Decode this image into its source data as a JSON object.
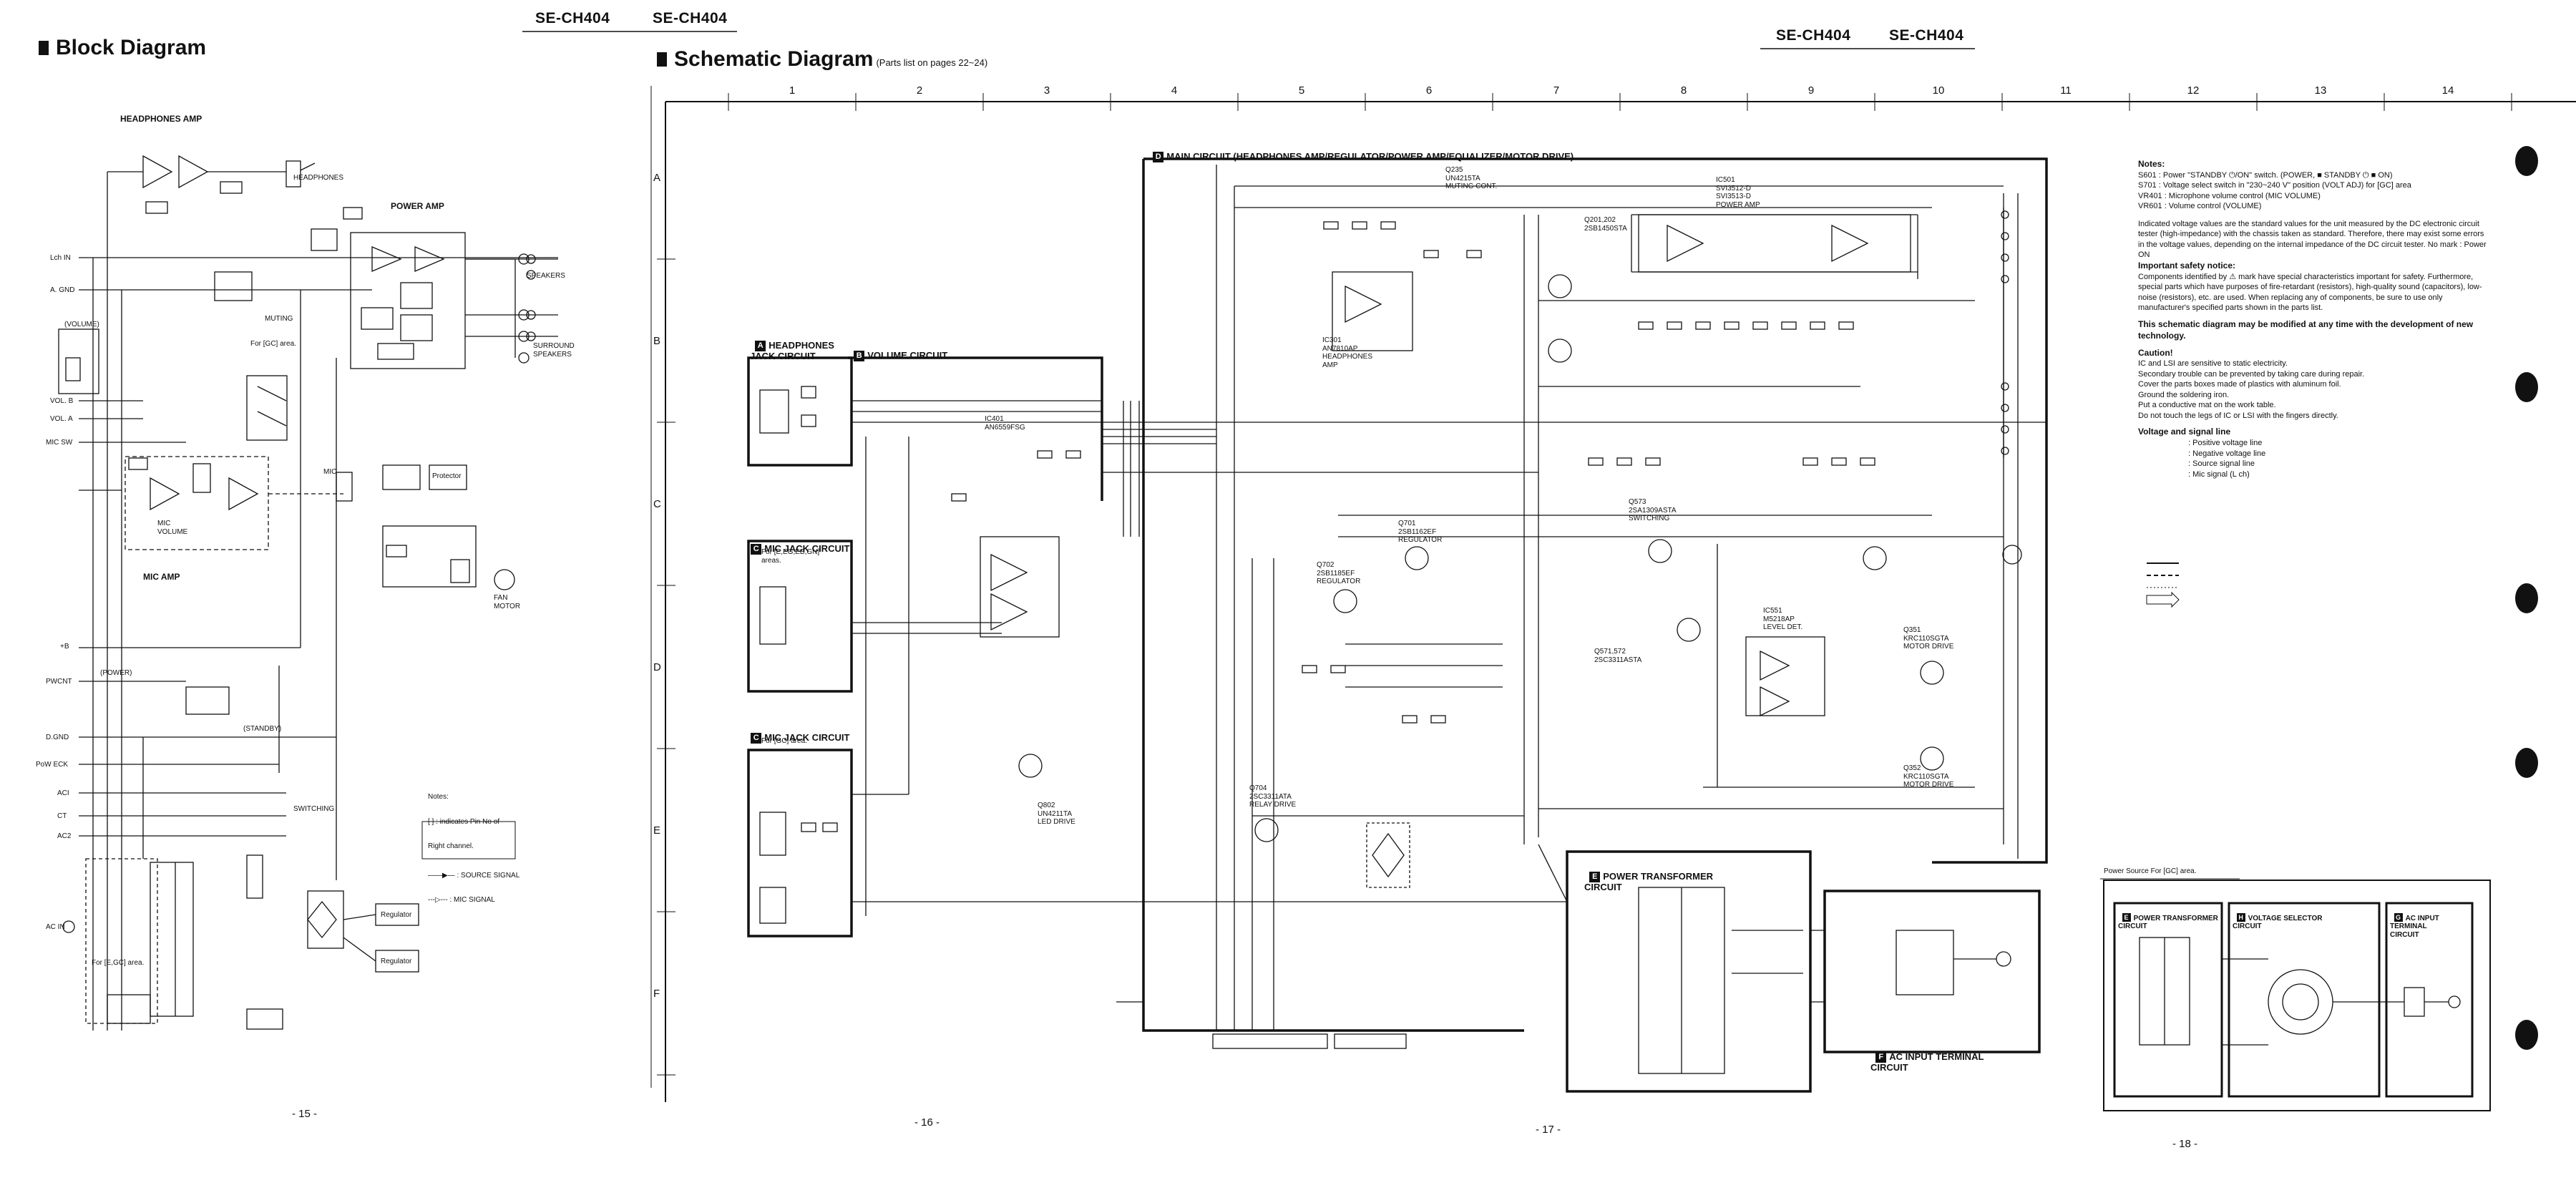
{
  "headers": {
    "model_left_a": "SE-CH404",
    "model_left_b": "SE-CH404",
    "model_right_a": "SE-CH404",
    "model_right_b": "SE-CH404"
  },
  "block_diagram": {
    "title": "Block Diagram",
    "page_number": "- 15 -",
    "labels": {
      "headphones_amp": "HEADPHONES AMP",
      "headphones": "HEADPHONES",
      "power_amp": "POWER AMP",
      "speakers": "SPEAKERS",
      "surround_speakers": "SURROUND\nSPEAKERS",
      "mic_amp": "MIC AMP",
      "mic_volume": "MIC\nVOLUME",
      "volume": "(VOLUME)",
      "muting": "MUTING",
      "protector": "Protector",
      "fan_motor": "FAN\nMOTOR",
      "power": "(POWER)",
      "standby": "(STANDBY)",
      "regulator_1": "Regulator",
      "regulator_2": "Regulator",
      "switching": "SWITCHING",
      "mic": "MIC",
      "ac_in": "AC IN",
      "for_gc": "For [GC] area.",
      "for_e_gc": "For [E,GC] area.",
      "left_labels": [
        "Lch IN",
        "A. GND",
        "VOL. B",
        "VOL. A",
        "MIC SW",
        "+B",
        "PWCNT",
        "D.GND",
        "PoW ECK",
        "ACI",
        "CT",
        "AC2"
      ]
    },
    "notes": {
      "title": "Notes:",
      "lines": [
        "[ ] : indicates Pin No of",
        "Right channel.",
        "——▶— : SOURCE SIGNAL",
        "---▷--- : MIC SIGNAL"
      ]
    }
  },
  "schematic": {
    "title": "Schematic Diagram",
    "subtitle": "(Parts list on pages 22~24)",
    "page_numbers": [
      "- 16 -",
      "- 17 -",
      "- 18 -"
    ],
    "columns": [
      "1",
      "2",
      "3",
      "4",
      "5",
      "6",
      "7",
      "8",
      "9",
      "10",
      "11",
      "12",
      "13",
      "14"
    ],
    "rows": [
      "A",
      "B",
      "C",
      "D",
      "E",
      "F"
    ],
    "circuits": {
      "main": {
        "letter": "D",
        "title": "MAIN CIRCUIT (HEADPHONES AMP/REGULATOR/POWER AMP/EQUALIZER/MOTOR DRIVE)"
      },
      "headphones_jack": {
        "letter": "A",
        "title": "HEADPHONES\nJACK CIRCUIT"
      },
      "volume": {
        "letter": "B",
        "title": "VOLUME CIRCUIT"
      },
      "mic_jack_1": {
        "letter": "C",
        "title": "MIC JACK CIRCUIT",
        "sub": "For [E,EG,EB,GN]\nareas."
      },
      "mic_jack_2": {
        "letter": "C",
        "title": "MIC JACK CIRCUIT",
        "sub": "For [GC] area."
      },
      "power_transformer": {
        "letter": "E",
        "title": "POWER TRANSFORMER\nCIRCUIT"
      },
      "ac_input": {
        "letter": "F",
        "title": "AC INPUT TERMINAL\nCIRCUIT"
      }
    },
    "components": {
      "ic301": "IC301\nAN7810AP\nHEADPHONES\nAMP",
      "ic401": "IC401\nAN6559FSG",
      "ic501": "IC501\nSVI3512-D\nSVI3513-D\nPOWER AMP",
      "q201": "Q201,202\n2SB1450STA",
      "q235": "Q235\nUN4215TA\nMUTING CONT.",
      "q701": "Q701\n2SB1162EF\nREGULATOR",
      "q702": "Q702\n2SB1185EF\nREGULATOR",
      "q571": "Q571,572\n2SC3311ASTA",
      "q573": "Q573\n2SA1309ASTA\nSWITCHING",
      "ic551": "IC551\nM5218AP\nLEVEL DET.",
      "q351": "Q351\nKRC110SGTA\nMOTOR DRIVE",
      "q352": "Q352\nKRC110SGTA\nMOTOR DRIVE",
      "q802": "Q802\nUN4211TA\nLED DRIVE",
      "q704": "Q704\n2SC3311ATA\nRELAY DRIVE"
    },
    "notes": {
      "title": "Notes:",
      "items": [
        "S601 : Power \"STANDBY ⏻/ON\" switch. (POWER, ■ STANDBY ⏻ ■ ON)",
        "S701 : Voltage select switch in \"230~240 V\" position (VOLT ADJ) for [GC] area",
        "VR401 : Microphone volume control (MIC VOLUME)",
        "VR601 : Volume control (VOLUME)"
      ],
      "paragraph_1": "Indicated voltage values are the standard values for the unit measured by the DC electronic circuit tester (high-impedance) with the chassis taken as standard. Therefore, there may exist some errors in the voltage values, depending on the internal impedance of the DC circuit tester.       No mark : Power ON",
      "safety_title": "Important safety notice:",
      "safety_text": "Components identified by ⚠ mark have special characteristics important for safety. Furthermore, special parts which have purposes of fire-retardant (resistors), high-quality sound (capacitors), low-noise (resistors), etc. are used. When replacing any of components, be sure to use only manufacturer's specified parts shown in the parts list.",
      "modify_note": "This schematic diagram may be modified at any time with the development of new technology.",
      "caution_title": "Caution!",
      "caution_lines": [
        "IC and LSI are sensitive to static electricity.",
        "Secondary trouble can be prevented by taking care during repair.",
        "Cover the parts boxes made of plastics with aluminum foil.",
        "Ground the soldering iron.",
        "Put a conductive mat on the work table.",
        "Do not touch the legs of IC or LSI with the fingers directly."
      ],
      "signal_title": "Voltage and signal line",
      "signal_lines": [
        ": Positive voltage line",
        ": Negative voltage line",
        ": Source signal line",
        ": Mic signal (L ch)"
      ]
    },
    "power_source": {
      "title": "Power Source For [GC] area.",
      "boxes": [
        "POWER TRANSFORMER\nCIRCUIT",
        "VOLTAGE SELECTOR\nCIRCUIT",
        "AC INPUT\nTERMINAL\nCIRCUIT"
      ],
      "letters": [
        "E",
        "H",
        "G"
      ]
    }
  }
}
